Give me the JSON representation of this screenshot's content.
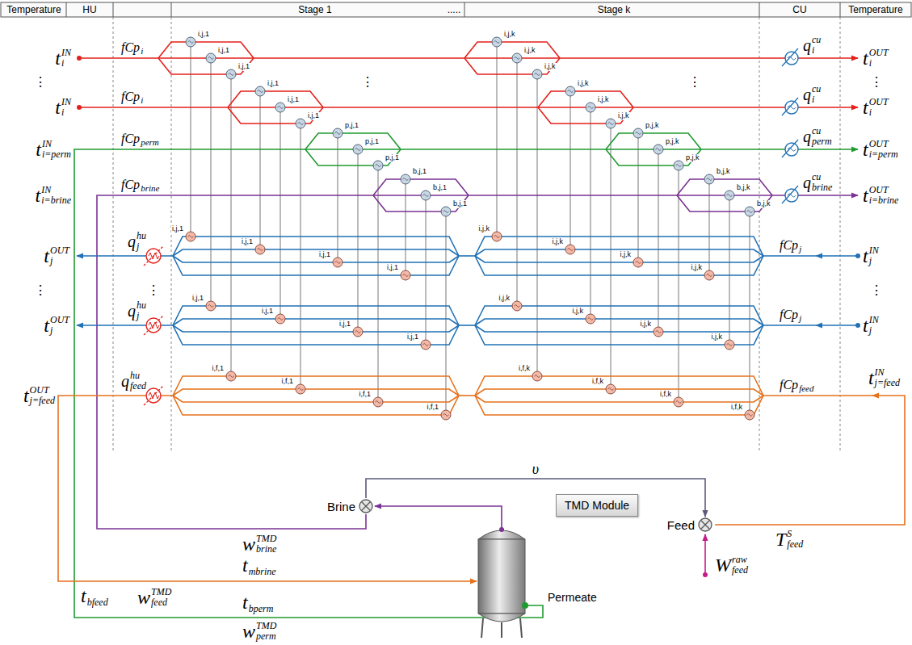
{
  "diagram": {
    "nodes": [
      {
        "text": [
          "Brine"
        ]
      },
      {
        "text": [
          "Feed"
        ]
      },
      {
        "text": [
          "TMD Module"
        ]
      }
    ],
    "edges": [
      {
        "from": 0,
        "to": 1,
        "arrow": "to",
        "label": "υ"
      }
    ],
    "labels": [
      "Temperature",
      "HU",
      "Stage 1",
      ".....",
      "Stage k",
      "CU",
      "Temperature",
      "t",
      "i",
      "IN",
      "⋮",
      "t",
      "i",
      "IN",
      "t",
      "i=perm",
      "IN",
      "t",
      "i=brine",
      "IN",
      "fCp",
      "i",
      "fCp",
      "i",
      "fCp",
      "perm",
      "fCp",
      "brine",
      "t",
      "i",
      "OUT",
      "⋮",
      "t",
      "i",
      "OUT",
      "t",
      "i=perm",
      "OUT",
      "t",
      "i=brine",
      "OUT",
      "q",
      "i",
      "cu",
      "q",
      "i",
      "cu",
      "q",
      "perm",
      "cu",
      "q",
      "brine",
      "cu",
      "⋮",
      "⋮",
      "t",
      "j",
      "OUT",
      "⋮",
      "t",
      "j",
      "OUT",
      "t",
      "j=feed",
      "OUT",
      "q",
      "j",
      "hu",
      "⋮",
      "q",
      "j",
      "hu",
      "q",
      "feed",
      "hu",
      "t",
      "j",
      "IN",
      "⋮",
      "t",
      "j",
      "IN",
      "t",
      "j=feed",
      "IN",
      "fCp",
      "j",
      "fCp",
      "j",
      "fCp",
      "feed",
      "i,j,1",
      "i,j,1",
      "i,j,1",
      "i,j,1",
      "i,j,1",
      "i,j,1",
      "p,j,1",
      "p,j,1",
      "p,j,1",
      "b,j,1",
      "b,j,1",
      "b,j,1",
      "i,j,1",
      "i,j,1",
      "i,j,1",
      "i,j,1",
      "i,j,1",
      "i,j,1",
      "i,j,1",
      "i,j,1",
      "i,f,1",
      "i,f,1",
      "i,f,1",
      "i,f,1",
      "i,j,k",
      "i,j,k",
      "i,j,k",
      "i,j,k",
      "i,j,k",
      "i,j,k",
      "p,j,k",
      "p,j,k",
      "p,j,k",
      "b,j,k",
      "b,j,k",
      "b,j,k",
      "i,j,k",
      "i,j,k",
      "i,j,k",
      "i,j,k",
      "i,j,k",
      "i,j,k",
      "i,j,k",
      "i,j,k",
      "i,f,k",
      "i,f,k",
      "i,f,k",
      "i,f,k",
      "w",
      "brine",
      "TMD",
      "t",
      "mbrine",
      "t",
      "bfeed",
      "w",
      "feed",
      "TMD",
      "t",
      "bperm",
      "w",
      "perm",
      "TMD",
      "Permeate",
      "W",
      "feed",
      "raw",
      "T",
      "feed",
      "S"
    ]
  }
}
